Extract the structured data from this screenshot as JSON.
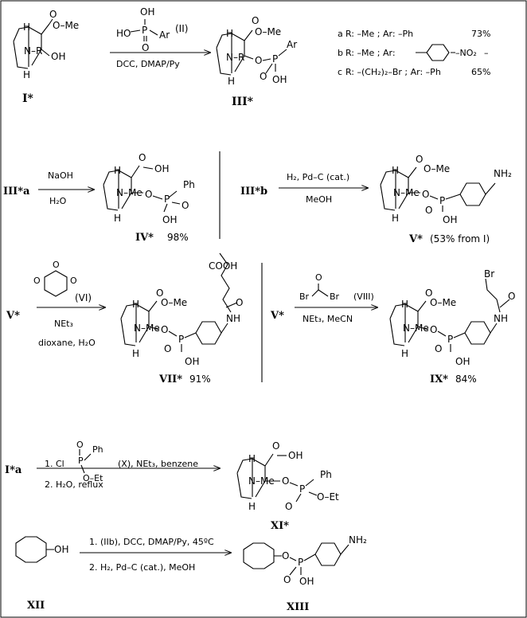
{
  "step1": {
    "sm_label": "I*",
    "sm_R": "N–R",
    "sm_ester": "O–Me",
    "sm_oh": "OH",
    "reagent_name": "(II)",
    "reagent_ar": "Ar",
    "reagent_oh1": "OH",
    "reagent_ho": "HO",
    "reagent_o": "O",
    "conditions": "DCC, DMAP/Py",
    "product_label": "III*",
    "prod_R": "N–R",
    "prod_ester": "O–Me",
    "prod_ar": "Ar",
    "prod_oh": "OH",
    "variants": [
      {
        "letter": "a",
        "text": "R: –Me ; Ar: –Ph",
        "yield": "73%"
      },
      {
        "letter": "b",
        "text": "R: –Me ; Ar:",
        "subst": "–NO₂",
        "yield": "–"
      },
      {
        "letter": "c",
        "text": "R: –(CH₂)₂–Br ; Ar: –Ph",
        "yield": "65%"
      }
    ]
  },
  "step2": {
    "sm_label": "III*a",
    "reagent_top": "NaOH",
    "reagent_bottom": "H₂O",
    "product_label": "IV*",
    "yield": "98%",
    "acid": "OH",
    "nme": "N–Me",
    "ph": "Ph",
    "oh": "OH"
  },
  "step3": {
    "sm_label": "III*b",
    "reagent_top": "H₂, Pd–C (cat.)",
    "reagent_bottom": "MeOH",
    "product_label": "V*",
    "yield": "(53% from I)",
    "ester": "O–Me",
    "nme": "N–Me",
    "nh2": "NH₂",
    "oh": "OH"
  },
  "step4": {
    "sm_label": "V*",
    "reagent_name": "(VI)",
    "reagent_mid": "NEt₃",
    "reagent_bottom": "dioxane, H₂O",
    "product_label": "VII*",
    "yield": "91%",
    "cooh": "COOH",
    "nh": "NH",
    "ester": "O–Me",
    "nme": "N–Me",
    "oh": "OH"
  },
  "step5": {
    "sm_label": "V*",
    "reagent_br1": "Br",
    "reagent_br2": "Br",
    "reagent_name": "(VIII)",
    "reagent_bottom": "NEt₃, MeCN",
    "product_label": "IX*",
    "yield": "84%",
    "br": "Br",
    "nh": "NH",
    "ester": "O–Me",
    "nme": "N–Me",
    "oh": "OH"
  },
  "step6": {
    "sm_label": "I*a",
    "line1_pre": "1.  Cl",
    "line1_ph": "Ph",
    "line1_oet": "O–Et",
    "line1_post": "(X), NEt₃, benzene",
    "line2": "2.  H₂O,  reflux",
    "product_label": "XI*",
    "acid": "OH",
    "nme": "N–Me",
    "ph": "Ph",
    "oet": "O–Et"
  },
  "step7": {
    "sm_label": "XII",
    "sm_oh": "OH",
    "line1": "1.  (IIb), DCC, DMAP/Py, 45ºC",
    "line2": "2.  H₂, Pd–C (cat.), MeOH",
    "product_label": "XIII",
    "nh2": "NH₂",
    "oh": "OH"
  }
}
